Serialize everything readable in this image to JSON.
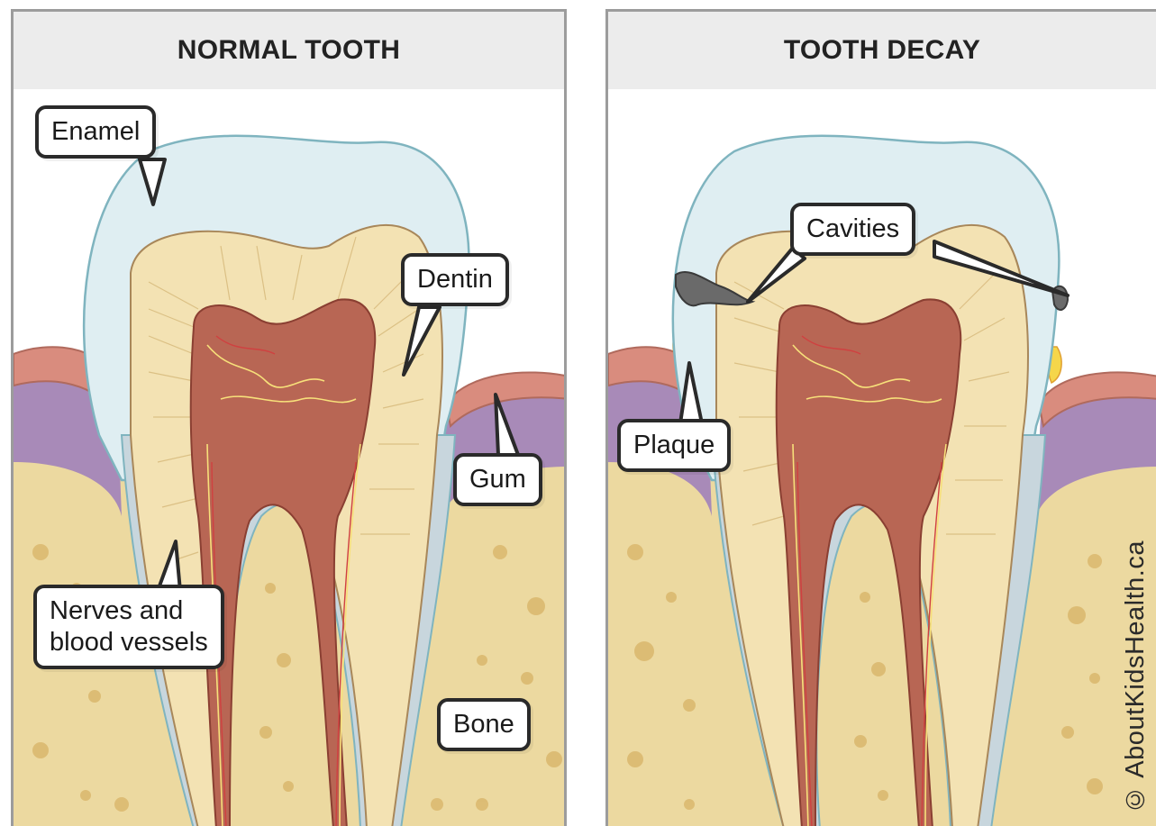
{
  "panels": {
    "left": {
      "title": "NORMAL TOOTH",
      "labels": {
        "enamel": "Enamel",
        "dentin": "Dentin",
        "gum": "Gum",
        "nerves_line1": "Nerves and",
        "nerves_line2": "blood vessels",
        "bone": "Bone"
      }
    },
    "right": {
      "title": "TOOTH DECAY",
      "labels": {
        "cavities": "Cavities",
        "plaque": "Plaque"
      }
    }
  },
  "copyright": "© AboutKidsHealth.ca",
  "colors": {
    "enamel": "#dfeef2",
    "dentin": "#f3e2b3",
    "pulp": "#b86654",
    "gum": "#d98c7e",
    "periodontal": "#a88ab8",
    "bone": "#ecd9a0",
    "cavity": "#6a6a6a",
    "plaque": "#f5d64a"
  }
}
